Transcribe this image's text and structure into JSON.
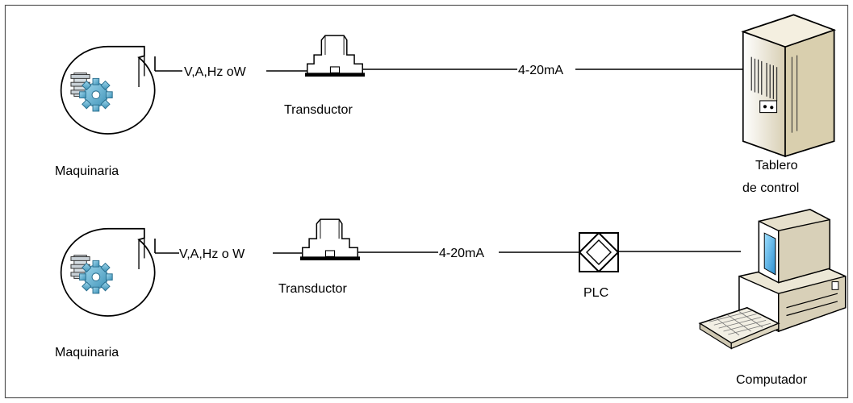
{
  "rows": [
    {
      "machine_label": "Maquinaria",
      "signal_label": "V,A,Hz oW",
      "transducer_label": "Transductor",
      "current_label": "4-20mA",
      "target_label_line1": "Tablero",
      "target_label_line2": "de control"
    },
    {
      "machine_label": "Maquinaria",
      "signal_label": "V,A,Hz o W",
      "transducer_label": "Transductor",
      "current_label": "4-20mA",
      "plc_label": "PLC",
      "target_label_line1": "Computador"
    }
  ],
  "icons": {
    "machine": "blower-with-gears-icon",
    "transducer": "transducer-icon",
    "plc": "plc-icon",
    "cabinet": "control-cabinet-icon",
    "computer": "desktop-computer-icon"
  },
  "colors": {
    "gear": "#5aa9c8",
    "cabinet": "#efe8d2",
    "screen": "#4fb3e8",
    "line": "#000000"
  }
}
